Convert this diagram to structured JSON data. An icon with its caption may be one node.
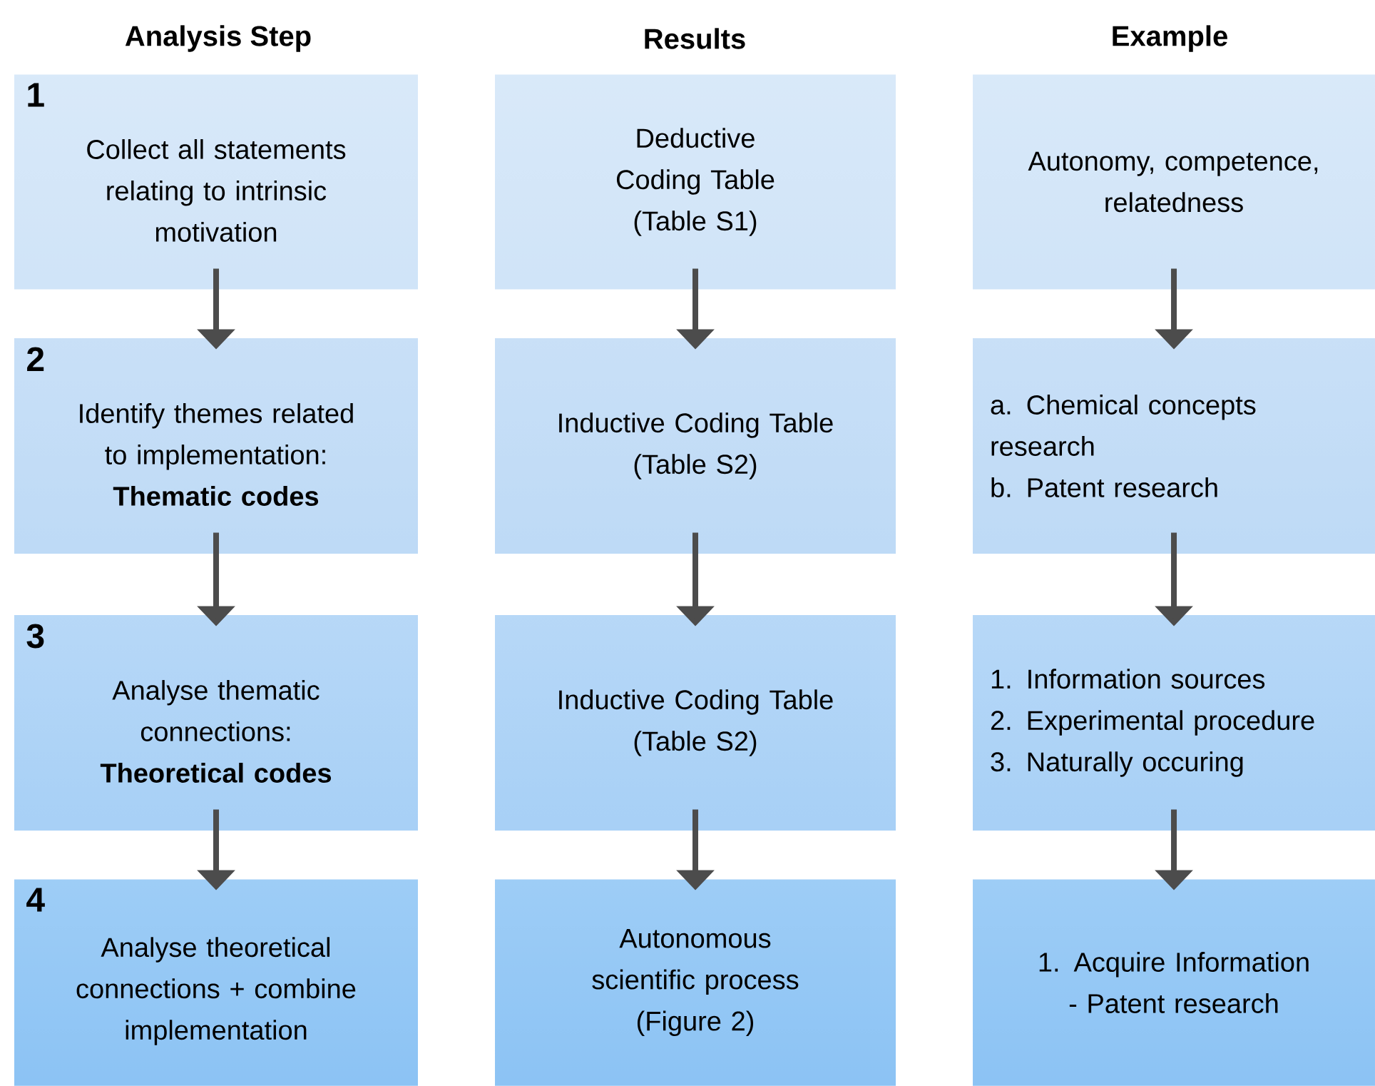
{
  "diagram": {
    "nodes": [
      {
        "text": [
          "1",
          "Collect all statements relating to intrinsic motivation"
        ]
      },
      {
        "text": [
          "Deductive Coding Table",
          "(Table S1)"
        ]
      },
      {
        "text": [
          "Autonomy, competence, relatedness"
        ]
      },
      {
        "text": [
          "2",
          "Identify themes related to implementation: **Thematic codes**"
        ]
      },
      {
        "text": [
          "Inductive Coding Table",
          "(Table S2)"
        ]
      },
      {
        "text": [
          "a. Chemical concepts research",
          "b. Patent research"
        ]
      },
      {
        "text": [
          "3",
          "Analyse thematic connections: **Theoretical codes**"
        ]
      },
      {
        "text": [
          "Inductive Coding Table",
          "(Table S2)"
        ]
      },
      {
        "text": [
          "1. Information sources",
          "2. Experimental procedure",
          "3. Naturally occuring"
        ]
      },
      {
        "text": [
          "4",
          "Analyse theoretical connections + combine implementation"
        ]
      },
      {
        "text": [
          "Autonomous scientific process",
          "(Figure 2)"
        ]
      },
      {
        "text": [
          "1. Acquire Information",
          "- Patent research"
        ]
      }
    ],
    "edges": [
      {
        "from": 0,
        "to": 3,
        "arrow": "to"
      },
      {
        "from": 3,
        "to": 6,
        "arrow": "to"
      },
      {
        "from": 6,
        "to": 9,
        "arrow": "to"
      },
      {
        "from": 1,
        "to": 4,
        "arrow": "to"
      },
      {
        "from": 4,
        "to": 7,
        "arrow": "to"
      },
      {
        "from": 7,
        "to": 10,
        "arrow": "to"
      },
      {
        "from": 2,
        "to": 5,
        "arrow": "to"
      },
      {
        "from": 5,
        "to": 8,
        "arrow": "to"
      },
      {
        "from": 8,
        "to": 11,
        "arrow": "to"
      }
    ],
    "labels": [
      "Analysis Step",
      "Results",
      "Example"
    ]
  }
}
